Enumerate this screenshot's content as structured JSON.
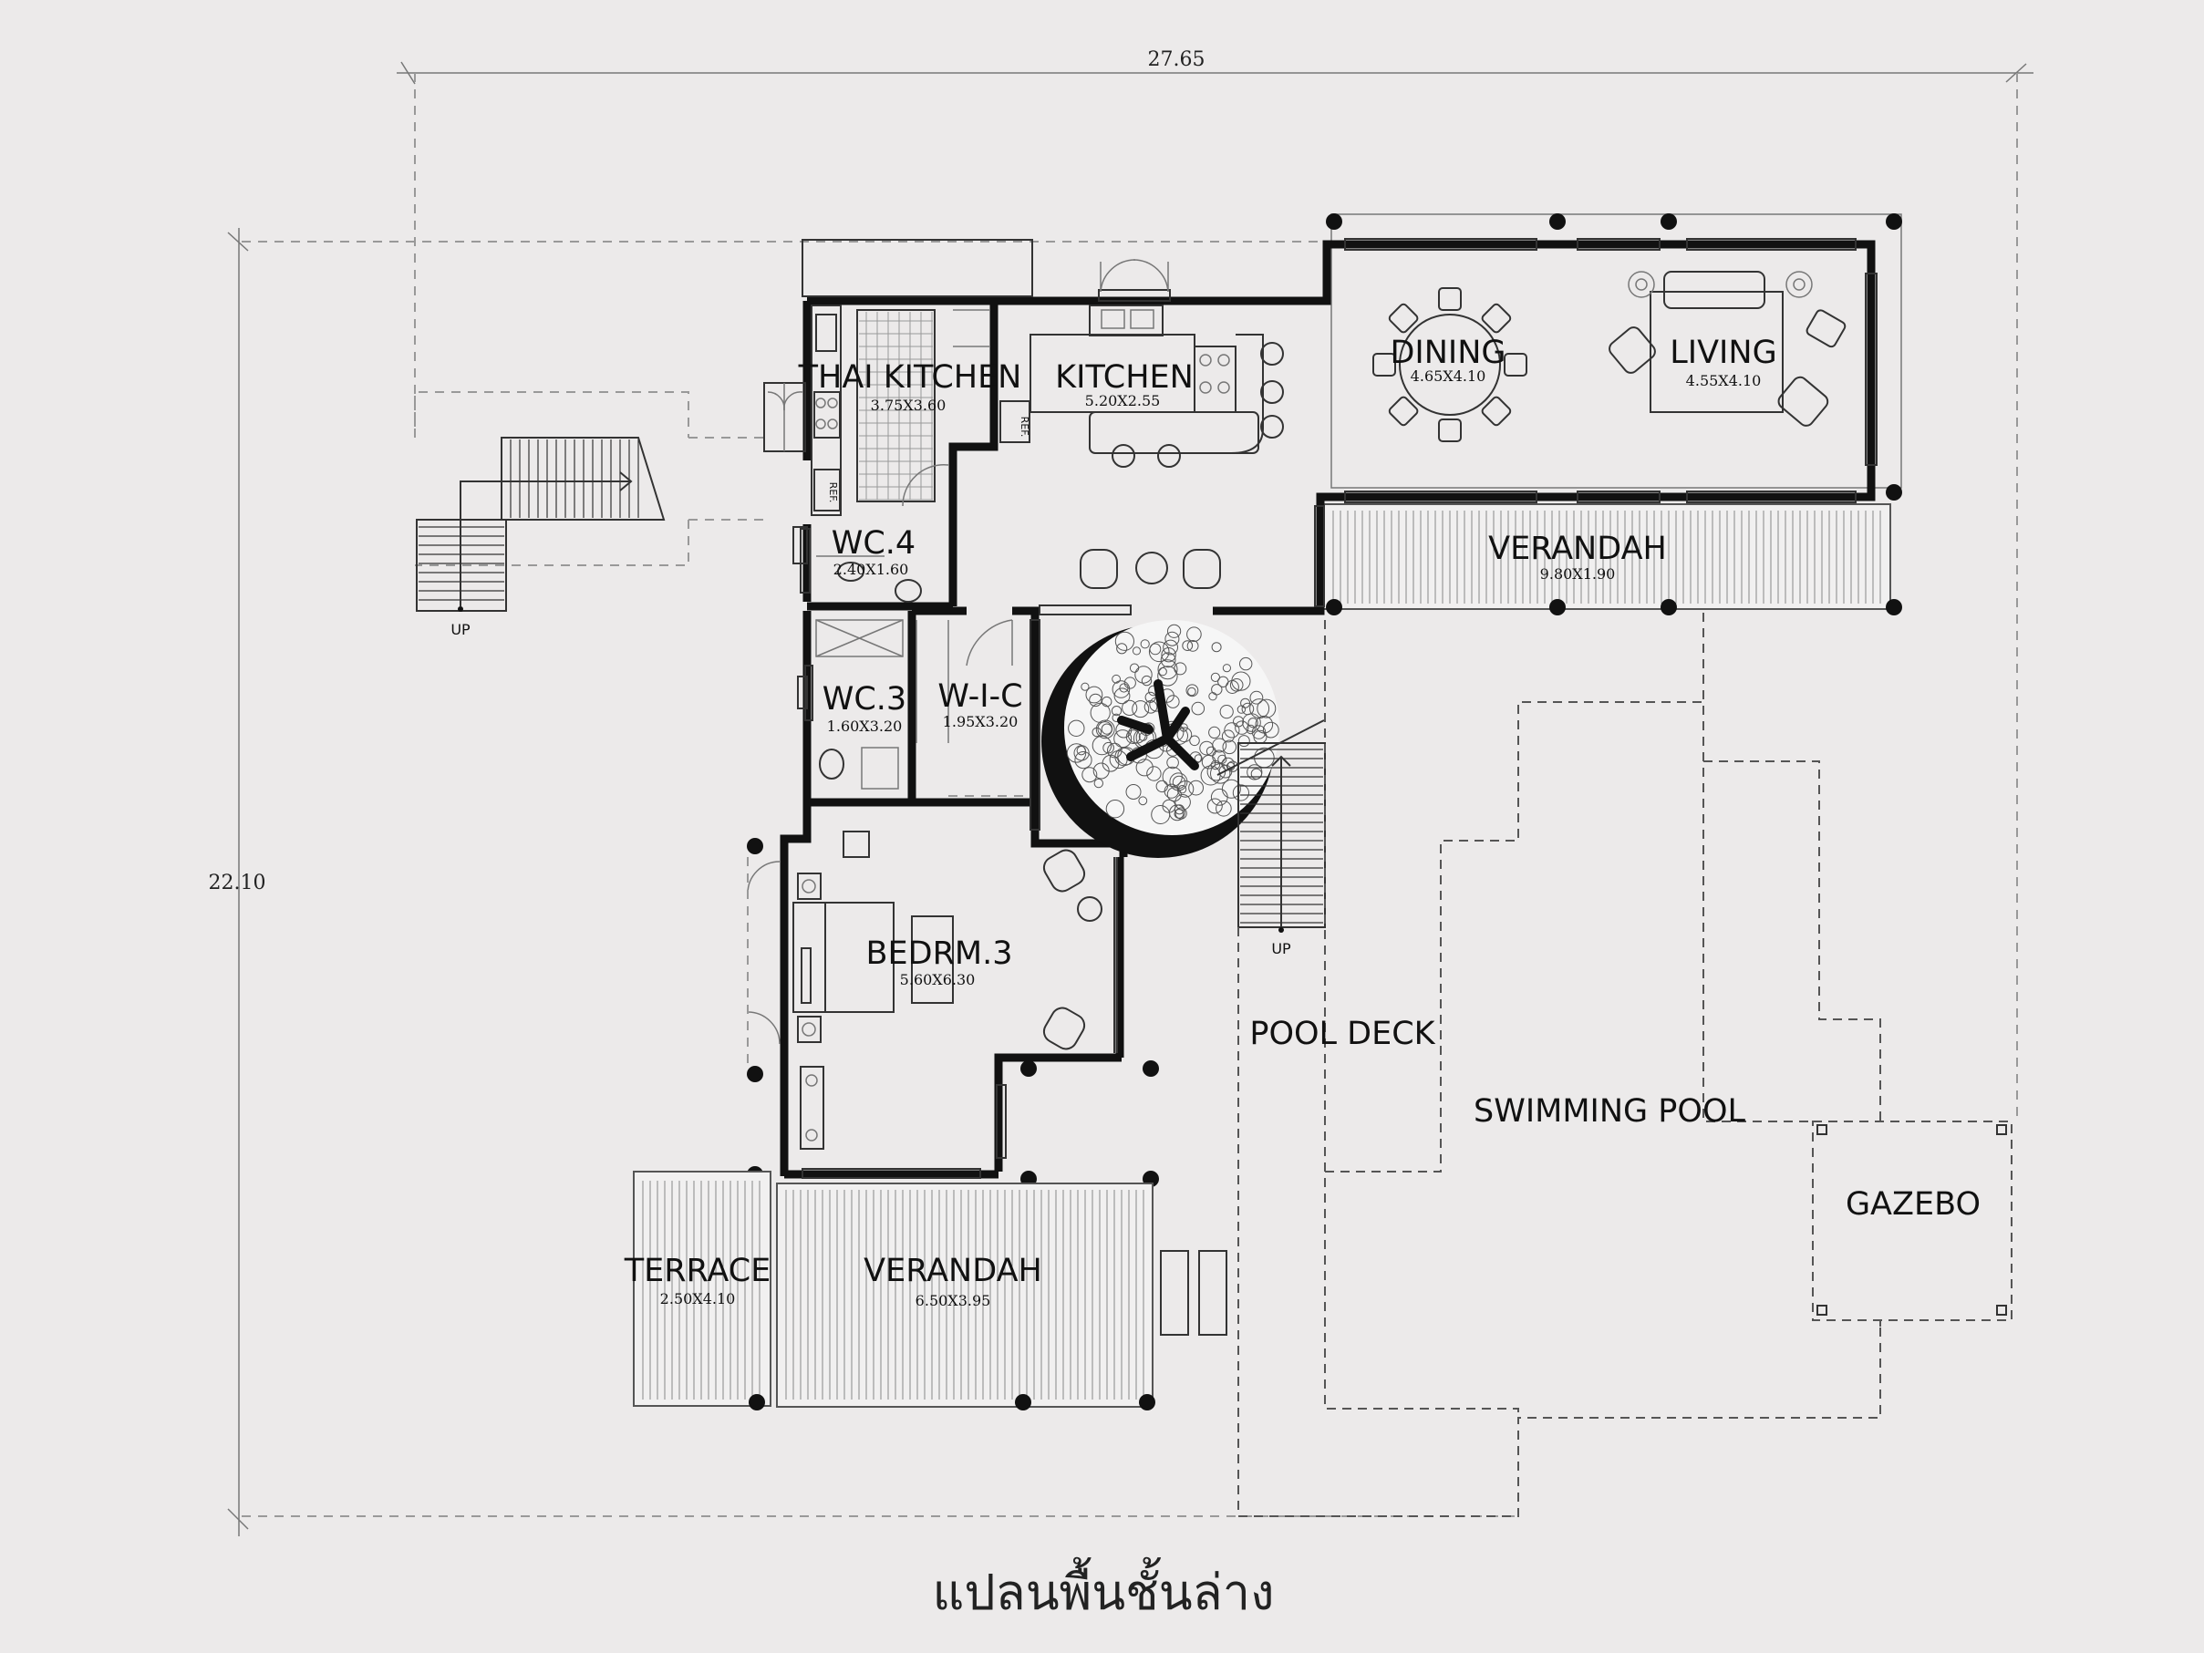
{
  "dimensions": {
    "width": "27.65",
    "height": "22.10"
  },
  "rooms": {
    "thai_kitchen": {
      "name": "THAI KITCHEN",
      "size": "3.75X3.60"
    },
    "kitchen": {
      "name": "KITCHEN",
      "size": "5.20X2.55"
    },
    "dining": {
      "name": "DINING",
      "size": "4.65X4.10"
    },
    "living": {
      "name": "LIVING",
      "size": "4.55X4.10"
    },
    "verandah_top": {
      "name": "VERANDAH",
      "size": "9.80X1.90"
    },
    "wc4": {
      "name": "WC.4",
      "size": "2.40X1.60"
    },
    "wc3": {
      "name": "WC.3",
      "size": "1.60X3.20"
    },
    "wic": {
      "name": "W-I-C",
      "size": "1.95X3.20"
    },
    "bedroom3": {
      "name": "BEDRM.3",
      "size": "5.60X6.30"
    },
    "terrace": {
      "name": "TERRACE",
      "size": "2.50X4.10"
    },
    "verandah_bottom": {
      "name": "VERANDAH",
      "size": "6.50X3.95"
    },
    "pool_deck": {
      "name": "POOL DECK"
    },
    "swimming_pool": {
      "name": "SWIMMING POOL"
    },
    "gazebo": {
      "name": "GAZEBO"
    }
  },
  "fixtures": {
    "ref": "REF.",
    "stair_up": "UP"
  },
  "caption": "แปลนพื้นชั้นล่าง"
}
